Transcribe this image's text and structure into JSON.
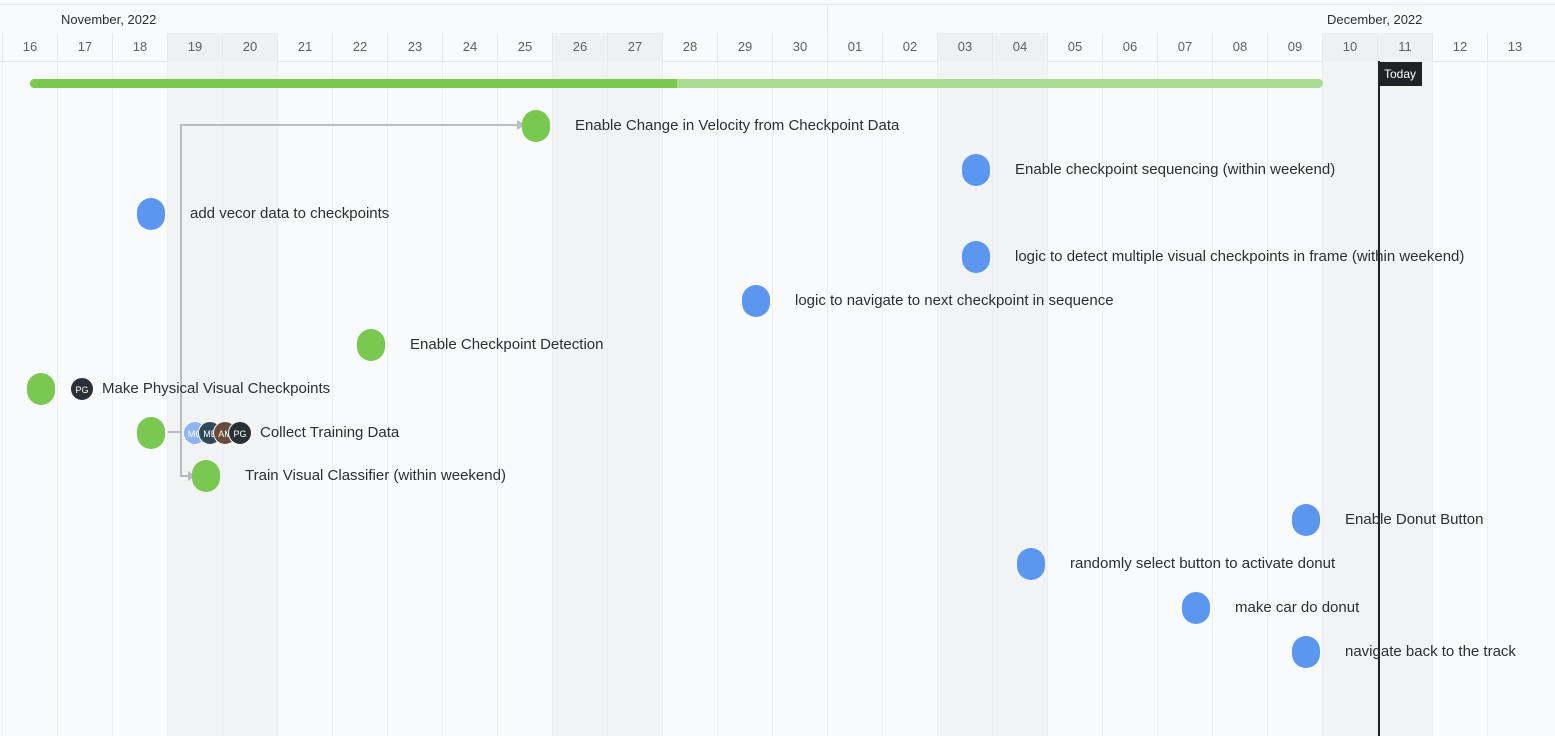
{
  "timeline": {
    "months": [
      "November, 2022",
      "December, 2022"
    ],
    "days": [
      "16",
      "17",
      "18",
      "19",
      "20",
      "21",
      "22",
      "23",
      "24",
      "25",
      "26",
      "27",
      "28",
      "29",
      "30",
      "01",
      "02",
      "03",
      "04",
      "05",
      "06",
      "07",
      "08",
      "09",
      "10",
      "11",
      "12",
      "13"
    ],
    "weekend_indices": [
      3,
      4,
      10,
      11,
      17,
      18,
      24,
      25
    ],
    "today_label": "Today",
    "today_index": 25,
    "progress_fraction": 0.5
  },
  "colors": {
    "completed": "#79c850",
    "pending": "#5b96f0",
    "today": "#1f2328",
    "dependency": "#b9bcc2"
  },
  "tasks": [
    {
      "label": "Enable Change in Velocity from Checkpoint Data",
      "status": "completed",
      "day_index": 9.25
    },
    {
      "label": "Enable checkpoint sequencing (within weekend)",
      "status": "pending",
      "day_index": 17.25
    },
    {
      "label": "add vecor data to checkpoints",
      "status": "pending",
      "day_index": 2.25
    },
    {
      "label": "logic to detect multiple visual checkpoints in frame (within weekend)",
      "status": "pending",
      "day_index": 17.25
    },
    {
      "label": "logic to navigate to next checkpoint in sequence",
      "status": "pending",
      "day_index": 13.25
    },
    {
      "label": "Enable Checkpoint Detection",
      "status": "completed",
      "day_index": 6.25
    },
    {
      "label": "Make Physical Visual Checkpoints",
      "status": "completed",
      "day_index": 0.25,
      "assignees": [
        "PG"
      ]
    },
    {
      "label": "Collect Training Data",
      "status": "completed",
      "day_index": 2.25,
      "assignees": [
        "MG",
        "MB",
        "AM",
        "PG"
      ]
    },
    {
      "label": "Train Visual Classifier (within weekend)",
      "status": "completed",
      "day_index": 3.25
    },
    {
      "label": "Enable Donut Button",
      "status": "pending",
      "day_index": 23.25
    },
    {
      "label": "randomly select button to activate donut",
      "status": "pending",
      "day_index": 18.25
    },
    {
      "label": "make car do donut",
      "status": "pending",
      "day_index": 21.25
    },
    {
      "label": "navigate back to the track",
      "status": "pending",
      "day_index": 23.25
    }
  ],
  "assignee_colors": {
    "MG": "#8fb4f2",
    "MB": "#2e4a57",
    "AM": "#6b4a3e",
    "PG": "#2b3036"
  }
}
